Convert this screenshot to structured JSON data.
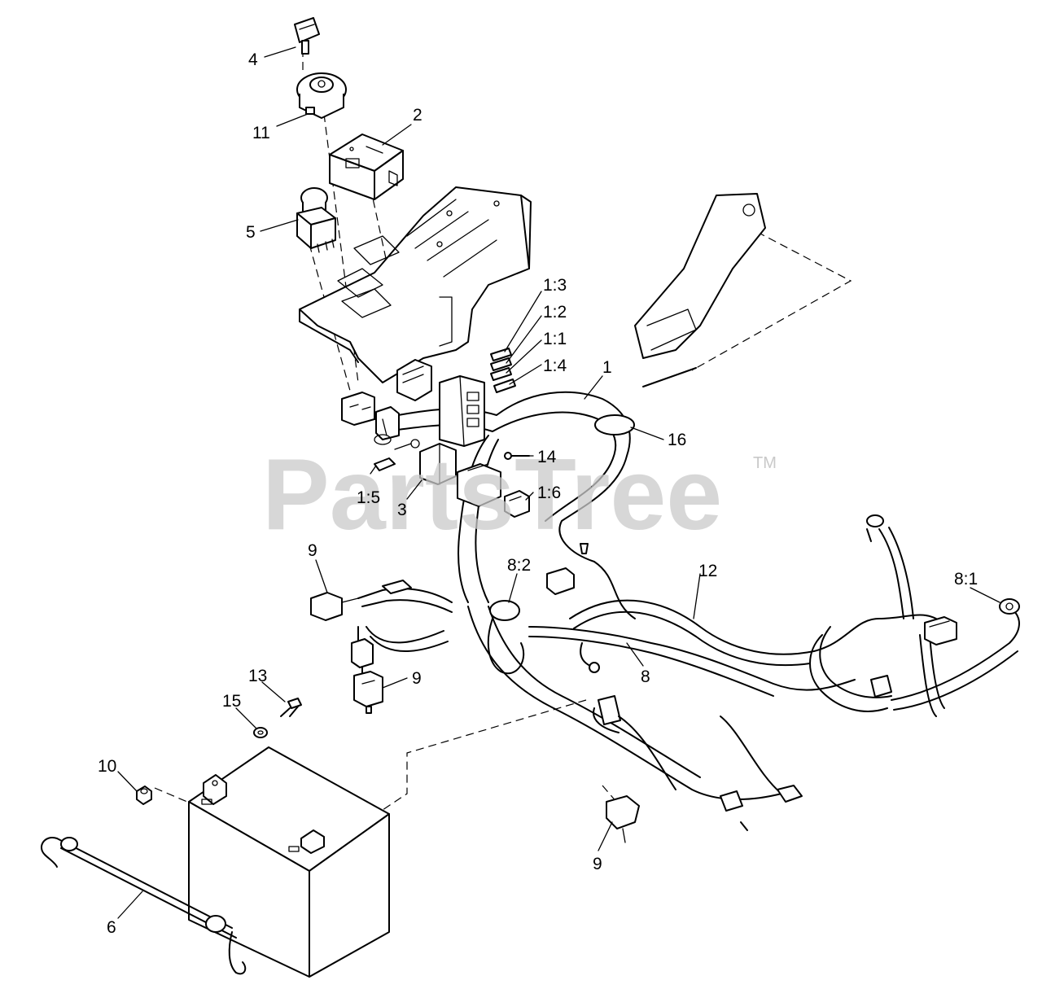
{
  "watermark": {
    "text": "PartsTree",
    "trademark": "TM"
  },
  "callouts": [
    {
      "id": "c-4",
      "label": "4"
    },
    {
      "id": "c-11",
      "label": "11"
    },
    {
      "id": "c-2",
      "label": "2"
    },
    {
      "id": "c-5",
      "label": "5"
    },
    {
      "id": "c-1-3",
      "label": "1:3"
    },
    {
      "id": "c-1-2",
      "label": "1:2"
    },
    {
      "id": "c-1-1",
      "label": "1:1"
    },
    {
      "id": "c-1-4",
      "label": "1:4"
    },
    {
      "id": "c-1",
      "label": "1"
    },
    {
      "id": "c-16",
      "label": "16"
    },
    {
      "id": "c-14",
      "label": "14"
    },
    {
      "id": "c-1-5",
      "label": "1:5"
    },
    {
      "id": "c-3",
      "label": "3"
    },
    {
      "id": "c-1-6",
      "label": "1:6"
    },
    {
      "id": "c-9a",
      "label": "9"
    },
    {
      "id": "c-8-2",
      "label": "8:2"
    },
    {
      "id": "c-12",
      "label": "12"
    },
    {
      "id": "c-8-1",
      "label": "8:1"
    },
    {
      "id": "c-9b",
      "label": "9"
    },
    {
      "id": "c-8",
      "label": "8"
    },
    {
      "id": "c-13",
      "label": "13"
    },
    {
      "id": "c-15",
      "label": "15"
    },
    {
      "id": "c-10",
      "label": "10"
    },
    {
      "id": "c-9c",
      "label": "9"
    },
    {
      "id": "c-6",
      "label": "6"
    }
  ],
  "colors": {
    "line": "#000000",
    "background": "#ffffff",
    "watermark": "#c9c9c9"
  }
}
